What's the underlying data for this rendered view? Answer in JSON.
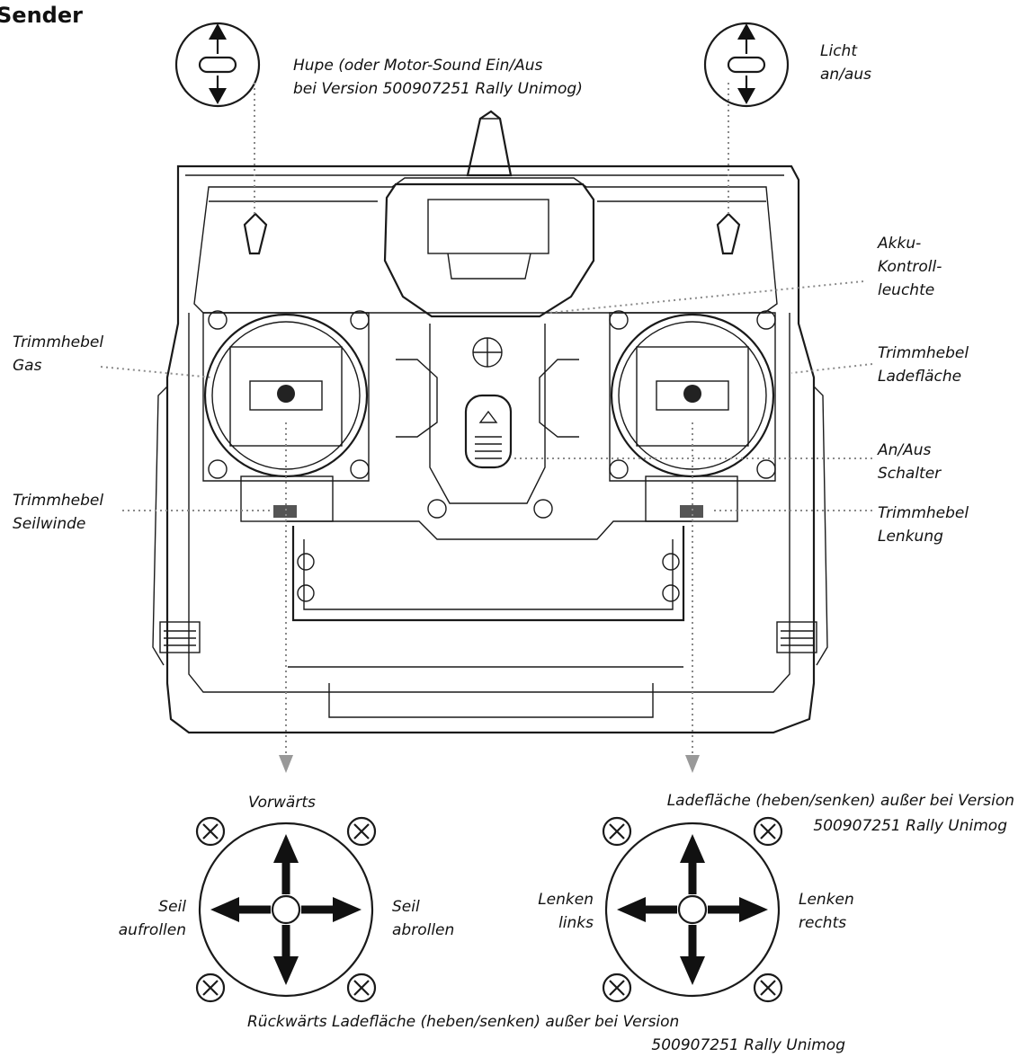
{
  "title": "Sender",
  "labels": {
    "horn": [
      "Hupe (oder Motor-Sound Ein/Aus",
      "bei Version 500907251 Rally Unimog)"
    ],
    "light": [
      "Licht",
      "an/aus"
    ],
    "battery": [
      "Akku-",
      "Kontroll-",
      "leuchte"
    ],
    "trim_gas": [
      "Trimmhebel",
      "Gas"
    ],
    "trim_bed": [
      "Trimmhebel",
      "Ladefläche"
    ],
    "power": [
      "An/Aus",
      "Schalter"
    ],
    "trim_winch": [
      "Trimmhebel",
      "Seilwinde"
    ],
    "trim_steer": [
      "Trimmhebel",
      "Lenkung"
    ]
  },
  "left_stick": {
    "up": "Vorwärts",
    "left": [
      "Seil",
      "aufrollen"
    ],
    "right": [
      "Seil",
      "abrollen"
    ],
    "down": [
      "Rückwärts Ladefläche (heben/senken) außer bei Version",
      "500907251 Rally Unimog"
    ]
  },
  "right_stick": {
    "up": [
      "Ladefläche (heben/senken) außer bei Version",
      "500907251 Rally Unimog"
    ],
    "left": [
      "Lenken",
      "links"
    ],
    "right": [
      "Lenken",
      "rechts"
    ]
  },
  "icons": [
    "toggle-switch-icon",
    "arrow-up-icon",
    "arrow-down-icon",
    "arrow-left-icon",
    "arrow-right-icon",
    "screw-icon"
  ]
}
